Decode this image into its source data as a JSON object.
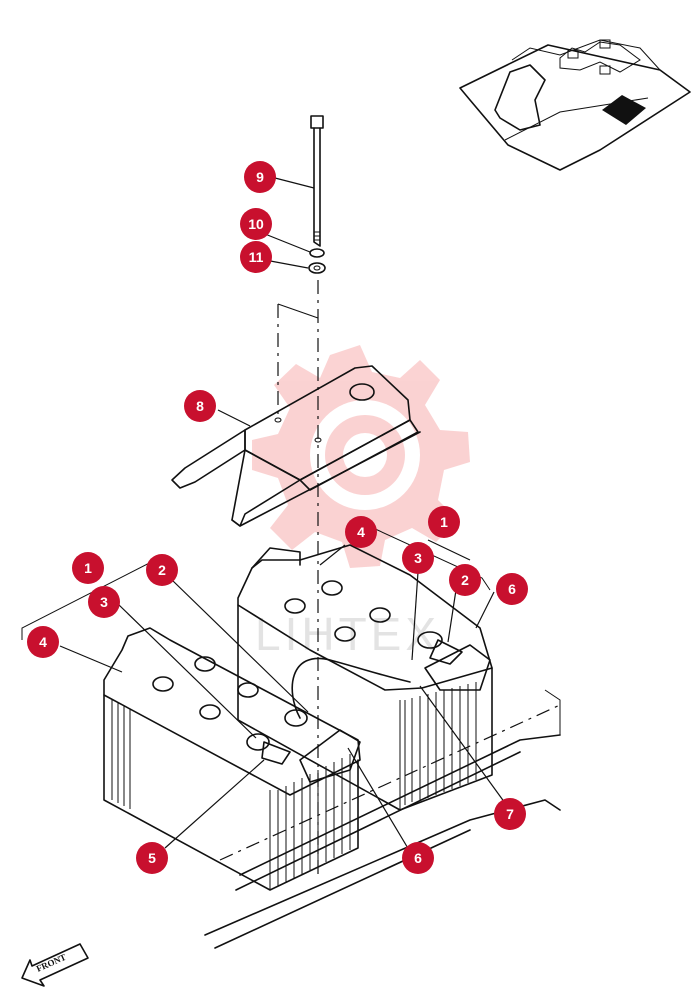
{
  "callouts": [
    {
      "id": "c1a",
      "label": "1"
    },
    {
      "id": "c1b",
      "label": "1"
    },
    {
      "id": "c2a",
      "label": "2"
    },
    {
      "id": "c2b",
      "label": "2"
    },
    {
      "id": "c3a",
      "label": "3"
    },
    {
      "id": "c3b",
      "label": "3"
    },
    {
      "id": "c4a",
      "label": "4"
    },
    {
      "id": "c4b",
      "label": "4"
    },
    {
      "id": "c5",
      "label": "5"
    },
    {
      "id": "c6a",
      "label": "6"
    },
    {
      "id": "c6b",
      "label": "6"
    },
    {
      "id": "c7",
      "label": "7"
    },
    {
      "id": "c8",
      "label": "8"
    },
    {
      "id": "c9",
      "label": "9"
    },
    {
      "id": "c10",
      "label": "10"
    },
    {
      "id": "c11",
      "label": "11"
    }
  ],
  "front_arrow": {
    "label": "FRONT"
  },
  "watermark": {
    "text": "LIHTEX"
  },
  "colors": {
    "callout": "#c8102e",
    "watermark": "#f08080",
    "line": "#111111"
  }
}
